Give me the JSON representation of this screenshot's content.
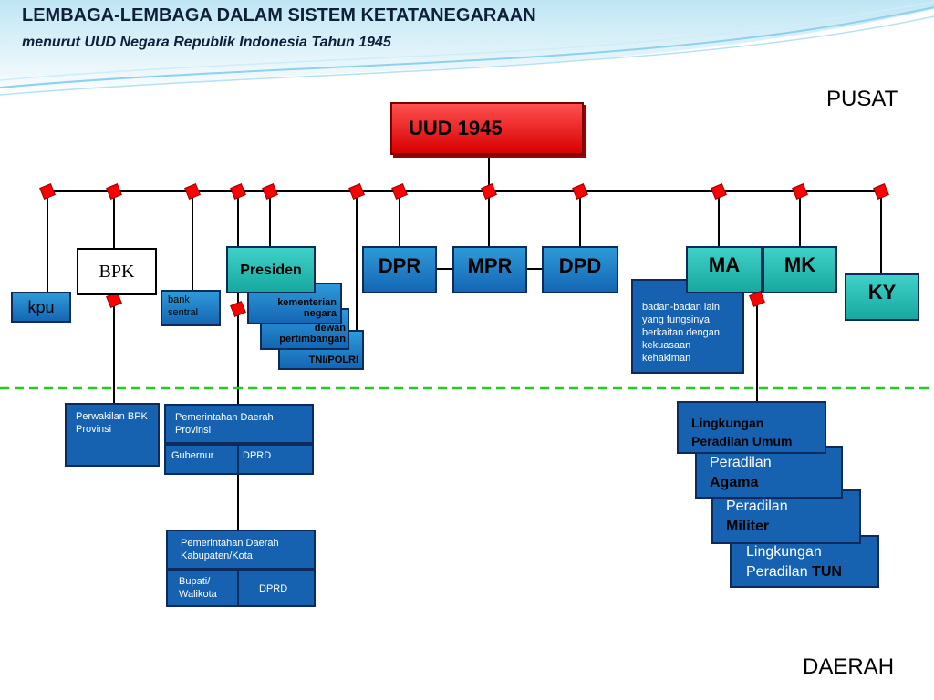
{
  "header": {
    "title": "LEMBAGA-LEMBAGA DALAM SISTEM  KETATANEGARAAN",
    "subtitle": "menurut UUD Negara Republik Indonesia Tahun 1945"
  },
  "labels": {
    "pusat": "PUSAT",
    "daerah": "DAERAH"
  },
  "nodes": {
    "uud": "UUD 1945",
    "kpu": "kpu",
    "bpk": "BPK",
    "bank_sentral": "bank sentral",
    "presiden": "Presiden",
    "kementerian": "kementerian negara",
    "dewan": "dewan pertimbangan",
    "tni": "TNI/POLRI",
    "dpr": "DPR",
    "mpr": "MPR",
    "dpd": "DPD",
    "ma": "MA",
    "mk": "MK",
    "ky": "KY",
    "badan": "badan-badan lain yang fungsinya berkaitan dengan kekuasaan kehakiman",
    "perwakilan_bpk": "Perwakilan BPK Provinsi",
    "pemda_provinsi": "Pemerintahan Daerah Provinsi",
    "gubernur": "Gubernur",
    "dprd_provinsi": "DPRD",
    "pemda_kabkota": "Pemerintahan Daerah Kabupaten/Kota",
    "bupati": "Bupati/ Walikota",
    "dprd_kabkota": "DPRD"
  },
  "peradilan": {
    "umum_line1": "Lingkungan",
    "umum_line2": "Peradilan Umum",
    "agama_line1": "Peradilan",
    "agama_line2": "Agama",
    "militer_line1": "Peradilan",
    "militer_line2": "Militer",
    "tun_line1": "Lingkungan",
    "tun_line2": "Peradilan ",
    "tun_line2_bold": "TUN"
  },
  "colors": {
    "accent_red": "#ff0000",
    "box_blue": "#1f7ec6",
    "teal": "#17a89f",
    "divider_green": "#22cc22"
  }
}
